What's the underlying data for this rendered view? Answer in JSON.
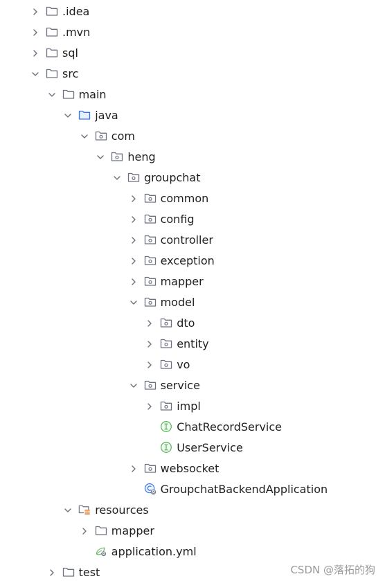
{
  "project_tree": {
    "items": [
      {
        "label": ".idea",
        "icon": "folder-icon",
        "expanded": false
      },
      {
        "label": ".mvn",
        "icon": "folder-icon",
        "expanded": false
      },
      {
        "label": "sql",
        "icon": "folder-icon",
        "expanded": false
      },
      {
        "label": "src",
        "icon": "folder-icon",
        "expanded": true
      },
      {
        "label": "main",
        "icon": "folder-icon",
        "expanded": true
      },
      {
        "label": "java",
        "icon": "source-root-folder-icon",
        "expanded": true
      },
      {
        "label": "com",
        "icon": "package-icon",
        "expanded": true
      },
      {
        "label": "heng",
        "icon": "package-icon",
        "expanded": true
      },
      {
        "label": "groupchat",
        "icon": "package-icon",
        "expanded": true
      },
      {
        "label": "common",
        "icon": "package-icon",
        "expanded": false
      },
      {
        "label": "config",
        "icon": "package-icon",
        "expanded": false
      },
      {
        "label": "controller",
        "icon": "package-icon",
        "expanded": false
      },
      {
        "label": "exception",
        "icon": "package-icon",
        "expanded": false
      },
      {
        "label": "mapper",
        "icon": "package-icon",
        "expanded": false
      },
      {
        "label": "model",
        "icon": "package-icon",
        "expanded": true
      },
      {
        "label": "dto",
        "icon": "package-icon",
        "expanded": false
      },
      {
        "label": "entity",
        "icon": "package-icon",
        "expanded": false
      },
      {
        "label": "vo",
        "icon": "package-icon",
        "expanded": false
      },
      {
        "label": "service",
        "icon": "package-icon",
        "expanded": true
      },
      {
        "label": "impl",
        "icon": "package-icon",
        "expanded": false
      },
      {
        "label": "ChatRecordService",
        "icon": "interface-icon"
      },
      {
        "label": "UserService",
        "icon": "interface-icon"
      },
      {
        "label": "websocket",
        "icon": "package-icon",
        "expanded": false
      },
      {
        "label": "GroupchatBackendApplication",
        "icon": "spring-boot-class-icon"
      },
      {
        "label": "resources",
        "icon": "resources-folder-icon",
        "expanded": true
      },
      {
        "label": "mapper",
        "icon": "folder-icon",
        "expanded": false
      },
      {
        "label": "application.yml",
        "icon": "spring-config-file-icon"
      },
      {
        "label": "test",
        "icon": "folder-icon",
        "expanded": false
      }
    ]
  },
  "watermark": "CSDN @落拓的狗",
  "colors": {
    "folder": "#6c707e",
    "source_root": "#3574f0",
    "interface": "#5fb865",
    "spring_class": "#3574f0",
    "resources_bars": "#e66d17",
    "spring_leaf": "#5fb865",
    "chevron": "#6c707e"
  }
}
